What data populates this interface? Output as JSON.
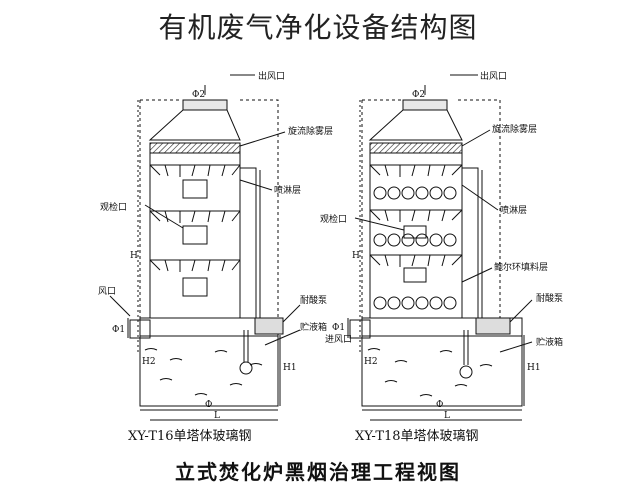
{
  "title": "有机废气净化设备结构图",
  "caption": "立式焚化炉黑烟治理工程视图",
  "left_tower": {
    "model": "XY-T16单塔体玻璃钢",
    "outlet": "出风口",
    "phi2": "Φ2",
    "demister": "旋流除雾层",
    "spray": "喷淋层",
    "viewport": "观检口",
    "inlet": "风口",
    "phi1": "Φ1",
    "pump": "耐酸泵",
    "tank": "贮液箱",
    "h": "H",
    "h1": "H1",
    "h2": "H2",
    "phi": "Φ",
    "l": "L"
  },
  "right_tower": {
    "model": "XY-T18单塔体玻璃钢",
    "outlet": "出风口",
    "phi2": "Φ2",
    "demister": "旋流除雾层",
    "spray": "喷淋层",
    "viewport": "观检口",
    "packing": "鲍尔环填料层",
    "inlet": "进风口",
    "phi1": "Φ1",
    "pump": "耐酸泵",
    "tank": "贮液箱",
    "h": "H",
    "h1": "H1",
    "h2": "H2",
    "phi": "Φ",
    "l": "L"
  }
}
